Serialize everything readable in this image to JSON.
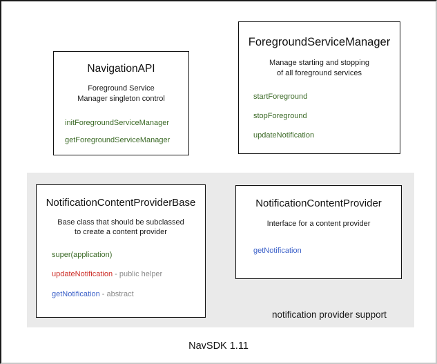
{
  "diagram": {
    "footer_label": "NavSDK 1.11",
    "group": {
      "caption": "notification provider support",
      "background_color": "#eaeaea"
    },
    "colors": {
      "green": "#3d6b28",
      "blue": "#3a5fc8",
      "red": "#cc2a24",
      "note_gray": "#8a8a8a",
      "box_border": "#111111",
      "canvas_border_dark": "#1a1a1a",
      "canvas_border_light": "#c8c8c8"
    },
    "boxes": [
      {
        "id": "navigation-api",
        "title": "NavigationAPI",
        "description": "Foreground Service\nManager singleton control",
        "description_lines": [
          "Foreground Service",
          "Manager singleton control"
        ],
        "members": [
          {
            "name": "initForegroundServiceManager",
            "note": "",
            "role": "green"
          },
          {
            "name": "getForegroundServiceManager",
            "note": "",
            "role": "green"
          }
        ]
      },
      {
        "id": "foreground-service-manager",
        "title": "ForegroundServiceManager",
        "description": "Manage starting and stopping\nof all foreground services",
        "description_lines": [
          "Manage starting and stopping",
          "of all foreground services"
        ],
        "members": [
          {
            "name": "startForeground",
            "note": "",
            "role": "green"
          },
          {
            "name": "stopForeground",
            "note": "",
            "role": "green"
          },
          {
            "name": "updateNotification",
            "note": "",
            "role": "green"
          }
        ]
      },
      {
        "id": "notification-content-provider-base",
        "title": "NotificationContentProviderBase",
        "description": "Base class that should be subclassed\nto create a content provider",
        "description_lines": [
          "Base class that should be subclassed",
          "to create a content provider"
        ],
        "members": [
          {
            "name": "super(application)",
            "note": "",
            "role": "green"
          },
          {
            "name": "updateNotification",
            "note": " - public helper",
            "role": "red"
          },
          {
            "name": "getNotification",
            "note": " - abstract",
            "role": "blue"
          }
        ]
      },
      {
        "id": "notification-content-provider",
        "title": "NotificationContentProvider",
        "description": "Interface for a content provider",
        "description_lines": [
          "Interface for a content provider"
        ],
        "members": [
          {
            "name": "getNotification",
            "note": "",
            "role": "blue"
          }
        ]
      }
    ]
  }
}
